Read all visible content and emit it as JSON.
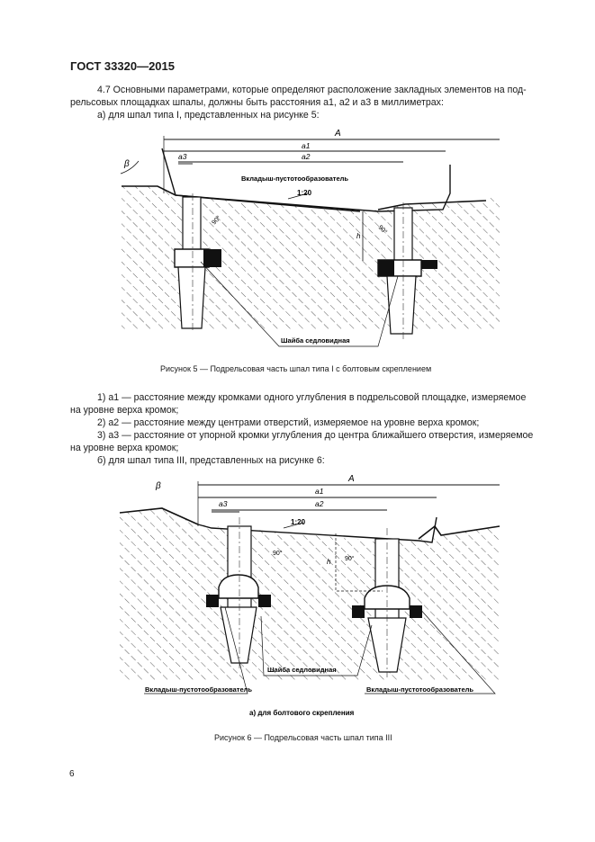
{
  "header": {
    "doc_code": "ГОСТ 33320—2015"
  },
  "section": {
    "intro_line1": "4.7  Основными параметрами, которые определяют расположение закладных элементов на под-",
    "intro_line2": "рельсовых площадках шпалы, должны быть расстояния a1, a2 и a3 в миллиметрах:",
    "item_a": "а)  для шпал типа I, представленных на рисунке 5:",
    "def1_line1": "1)  a1 — расстояние между кромками одного углубления в подрельсовой площадке, измеряемое",
    "def1_line2": "на уровне верха кромок;",
    "def2": "2)  a2 — расстояние между центрами отверстий, измеряемое на уровне верха кромок;",
    "def3_line1": "3)  a3 — расстояние от упорной кромки углубления до центра ближайшего отверстия, измеряемое",
    "def3_line2": "на уровне верха кромок;",
    "item_b": "б)  для шпал типа III, представленных на рисунке 6:"
  },
  "figure5": {
    "label_A": "A",
    "label_a1": "a1",
    "label_a2": "a2",
    "label_a3": "a3",
    "label_beta": "β",
    "label_insert": "Вкладыш-пустотообразователь",
    "label_slope": "1:20",
    "label_h": "h",
    "label_angle1": "90°",
    "label_angle2": "90°",
    "label_washer": "Шайба седловидная",
    "caption": "Рисунок 5 — Подрельсовая часть шпал типа I с болтовым скреплением"
  },
  "figure6": {
    "label_A": "A",
    "label_a1": "a1",
    "label_a2": "a2",
    "label_a3": "a3",
    "label_beta": "β",
    "label_slope": "1:20",
    "label_h": "h",
    "label_angle1": "90°",
    "label_angle2": "90°",
    "label_washer": "Шайба седловидная",
    "label_insert_left": "Вкладыш-пустотообразователь",
    "label_insert_right": "Вкладыш-пустотообразователь",
    "subcaption": "а) для болтового скрепления",
    "caption": "Рисунок 6 — Подрельсовая часть шпал типа III"
  },
  "footer": {
    "page_number": "6"
  }
}
